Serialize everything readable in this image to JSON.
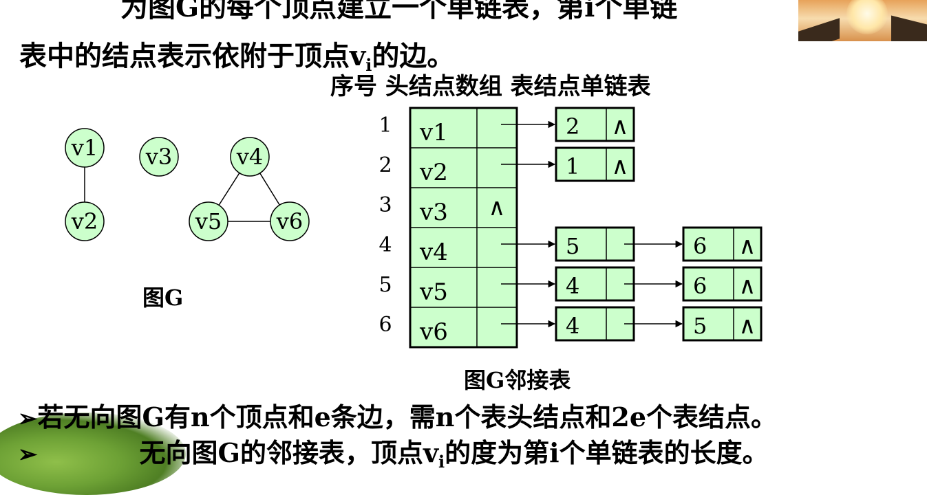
{
  "intro": {
    "line1": "为图G的每个顶点建立一个单链表，第i个单链",
    "line2_a": "表中的结点表示依附于顶点v",
    "line2_sub": "i",
    "line2_b": "的边。"
  },
  "header": "序号 头结点数组 表结点单链表",
  "graph": {
    "caption": "图G",
    "vertices": [
      "v1",
      "v2",
      "v3",
      "v4",
      "v5",
      "v6"
    ],
    "edges": [
      [
        "v1",
        "v2"
      ],
      [
        "v4",
        "v5"
      ],
      [
        "v4",
        "v6"
      ],
      [
        "v5",
        "v6"
      ]
    ]
  },
  "adjacency": {
    "caption": "图G邻接表",
    "indices": [
      "1",
      "2",
      "3",
      "4",
      "5",
      "6"
    ],
    "heads": [
      "v1",
      "v2",
      "v3",
      "v4",
      "v5",
      "v6"
    ],
    "null_symbol": "∧",
    "lists": [
      [
        "2"
      ],
      [
        "1"
      ],
      [],
      [
        "5",
        "6"
      ],
      [
        "4",
        "6"
      ],
      [
        "4",
        "5"
      ]
    ]
  },
  "bullets": {
    "marker": "➢",
    "b1": "若无向图G有n个顶点和e条边，需n个表头结点和2e个表结点。",
    "b2_a": "无向图G的邻接表，顶点v",
    "b2_sub": "i",
    "b2_b": "的度为第i个单链表的长度。"
  },
  "colors": {
    "node_fill": "#ccffcc",
    "stroke": "#000000"
  }
}
